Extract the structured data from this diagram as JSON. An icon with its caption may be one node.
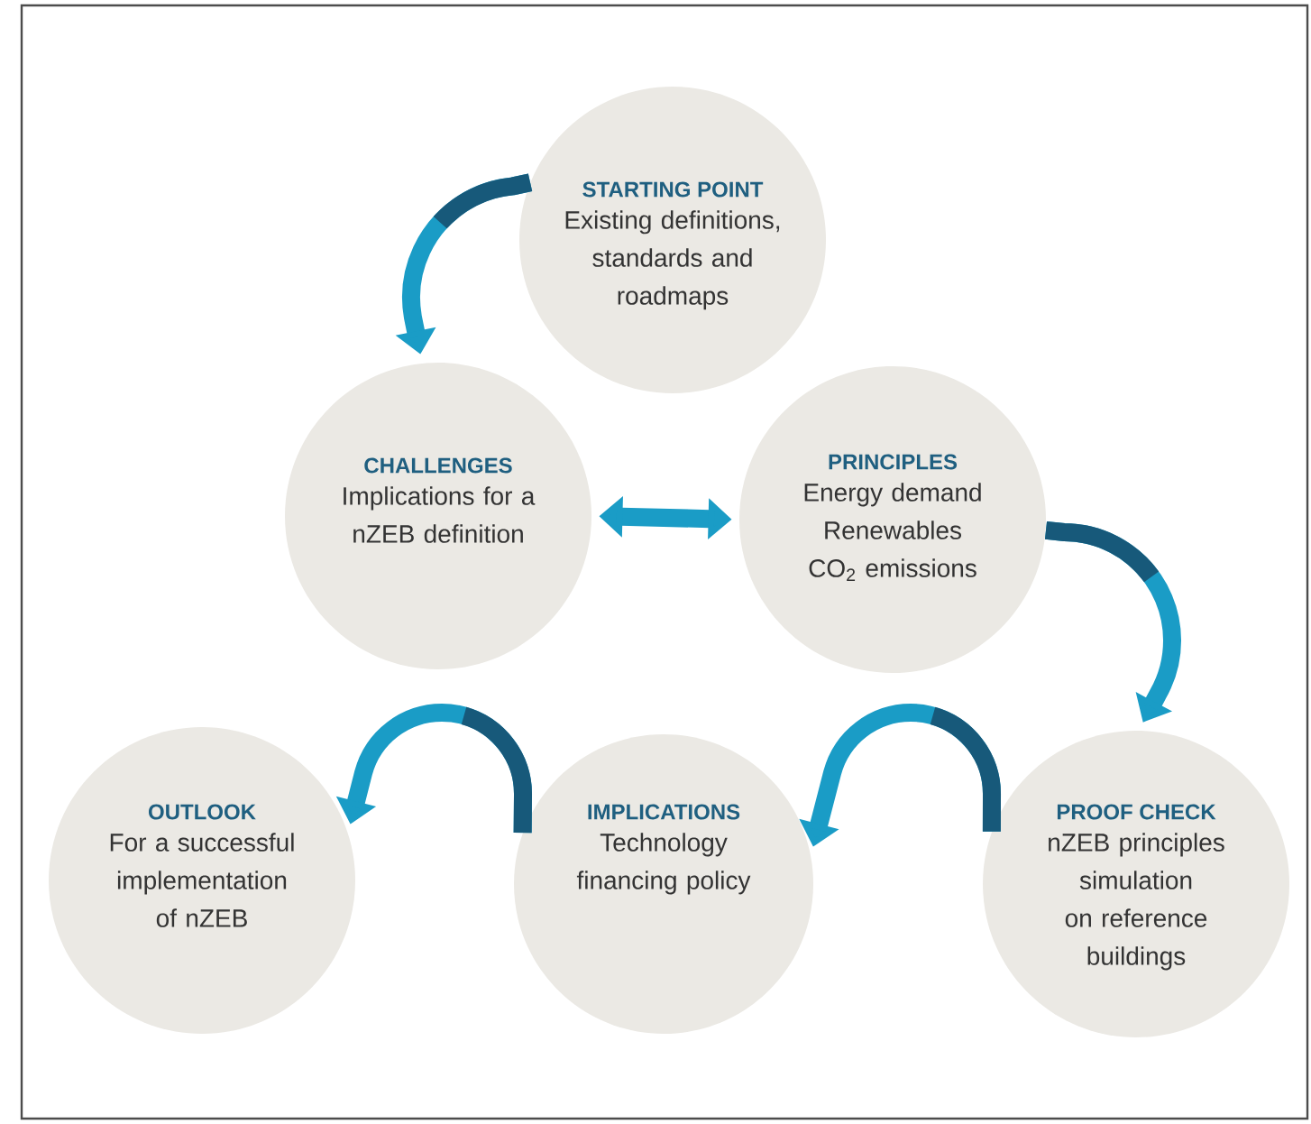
{
  "diagram": {
    "nodes": [
      {
        "text": [
          "STARTING POINT",
          "Existing definitions, standards and roadmaps"
        ]
      },
      {
        "text": [
          "CHALLENGES",
          "Implications for a nZEB definition"
        ]
      },
      {
        "text": [
          "PRINCIPLES",
          "Energy demand Renewables CO$_{2}$ emissions"
        ]
      },
      {
        "text": [
          "OUTLOOK",
          "For a successful implementation of nZEB"
        ]
      },
      {
        "text": [
          "IMPLICATIONS",
          "Technology financing policy"
        ]
      },
      {
        "text": [
          "PROOF CHECK",
          "nZEB principles simulation on reference buildings"
        ]
      }
    ],
    "edges": [
      {
        "from": 0,
        "to": 1,
        "arrow": "to"
      },
      {
        "from": 1,
        "to": 2,
        "arrow": "both"
      },
      {
        "from": 2,
        "to": 5,
        "arrow": "to"
      },
      {
        "from": 5,
        "to": 4,
        "arrow": "to"
      },
      {
        "from": 4,
        "to": 3,
        "arrow": "to"
      }
    ]
  }
}
